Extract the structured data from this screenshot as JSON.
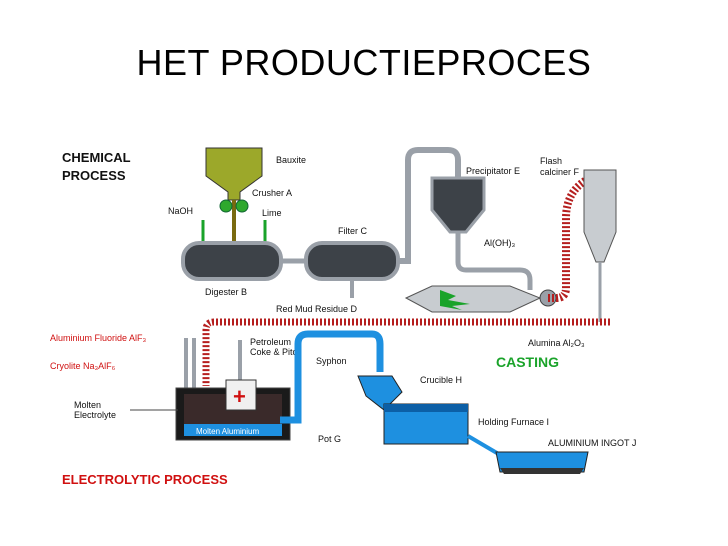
{
  "slide": {
    "title": "HET PRODUCTIEPROCES"
  },
  "diagram": {
    "chemical_process": [
      "CHEMICAL",
      "PROCESS"
    ],
    "bauxite": "Bauxite",
    "crusher": "Crusher A",
    "naoh": "NaOH",
    "lime": "Lime",
    "filter": "Filter C",
    "digester": "Digester B",
    "red_mud": "Red Mud Residue D",
    "precipitator": "Precipitator E",
    "flash_calciner": [
      "Flash",
      "calciner F"
    ],
    "aloh3": "Al(OH)₃",
    "alumina": "Alumina Al₂O₃",
    "aluminium_fluoride": "Aluminium Fluoride AlF₃",
    "cryolite": "Cryolite Na₃AlF₆",
    "petroleum_coke": [
      "Petroleum",
      "Coke & Pitch"
    ],
    "syphon": "Syphon",
    "casting": "CASTING",
    "crucible": "Crucible H",
    "molten_electrolyte": [
      "Molten",
      "Electrolyte"
    ],
    "holding_furnace": "Holding Furnace I",
    "molten_aluminium": "Molten Aluminium",
    "pot": "Pot G",
    "ingot": "ALUMINIUM INGOT J",
    "electrolytic_process": "ELECTROLYTIC PROCESS"
  },
  "colors": {
    "pipe": "#9aa0a8",
    "tank": "#3d4248",
    "red_belt": "#b51e1e",
    "water": "#1e90e0",
    "green": "#1aa32a",
    "red_text": "#d01010"
  }
}
